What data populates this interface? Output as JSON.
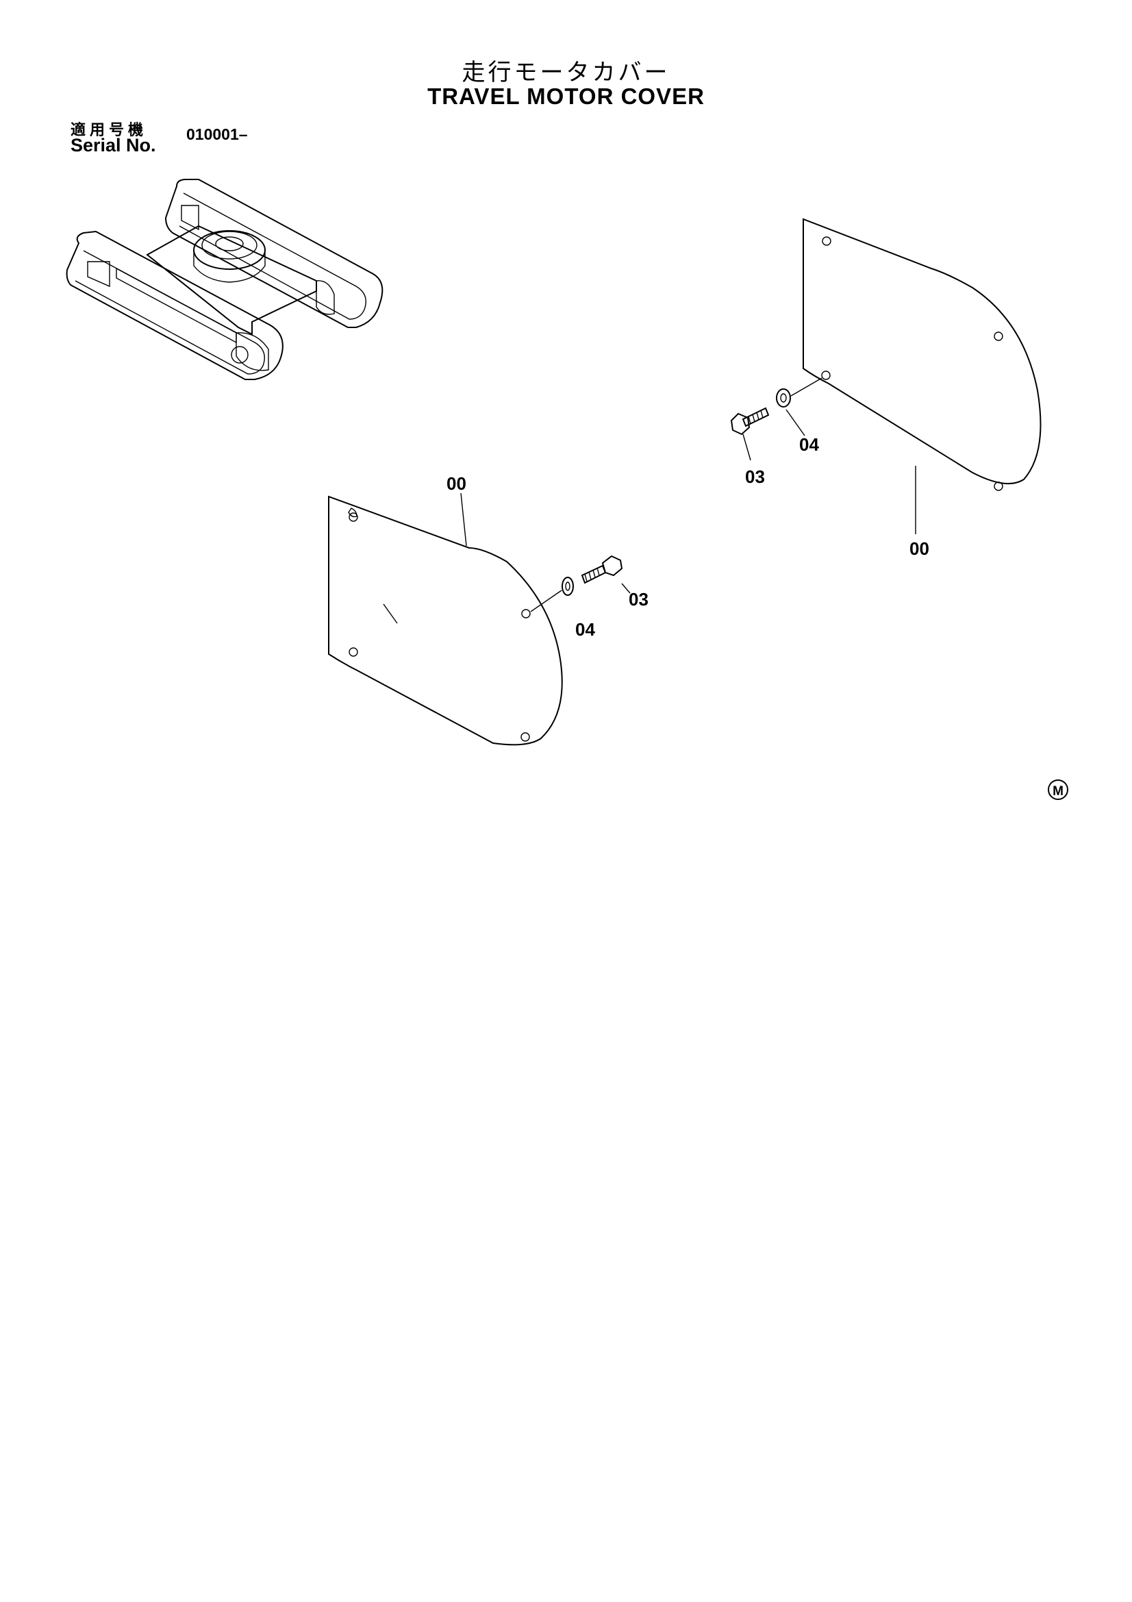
{
  "header": {
    "title_jp": "走行モータカバー",
    "title_en": "TRAVEL  MOTOR  COVER",
    "serial_label_jp": "適用号機",
    "serial_label_en": "Serial No.",
    "serial_value": "010001–"
  },
  "callouts": {
    "left_cover": "00",
    "left_bolt": "03",
    "left_washer": "04",
    "right_cover": "00",
    "right_bolt": "03",
    "right_washer": "04"
  },
  "footer": {
    "mark": "M"
  }
}
